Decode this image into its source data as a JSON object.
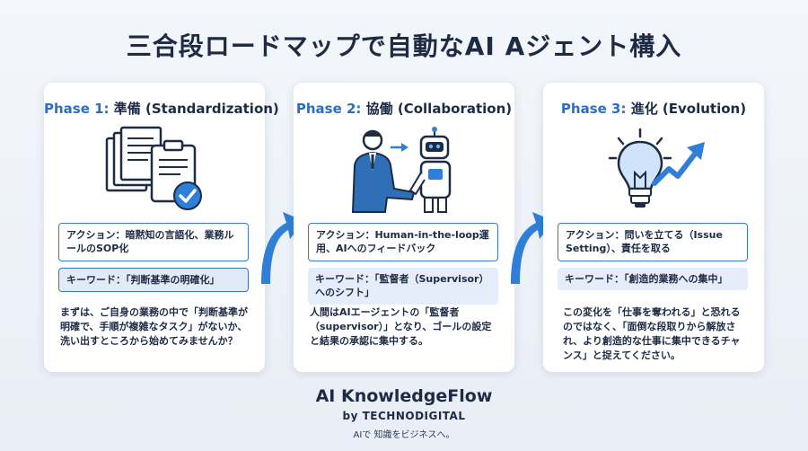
{
  "title": "三合段ロードマップで自動なAI Aジェント構入",
  "phases": [
    {
      "phase_label": "Phase 1:",
      "name": "準備 (Standardization)",
      "illustration_icon": "documents-clipboard-check-icon",
      "action": "アクション：暗黙知の言語化、業務ルールのSOP化",
      "keyword": "キーワード：「判断基準の明確化」",
      "description": "まずは、ご自身の業務の中で「判断基準が明確で、手順が複雑なタスク」がないか、洗い出すところから始めてみませんか？"
    },
    {
      "phase_label": "Phase 2:",
      "name": "協働 (Collaboration)",
      "illustration_icon": "human-robot-handshake-icon",
      "action": "アクション：Human-in-the-loop運用、AIへのフィードバック",
      "keyword": "キーワード：「監督者（Supervisor）へのシフト」",
      "description": "人間はAIエージェントの「監督者（supervisor）」となり、ゴールの設定と結果の承認に集中する。"
    },
    {
      "phase_label": "Phase 3:",
      "name": "進化 (Evolution)",
      "illustration_icon": "lightbulb-growth-arrow-icon",
      "action": "アクション：問いを立てる（Issue Setting）、責任を取る",
      "keyword": "キーワード：「創造的業務への集中」",
      "description": "この変化を「仕事を奪われる」と恐れるのではなく、「面倒な段取りから解放され、より創造的な仕事に集中できるチャンス」と捉えてください。"
    }
  ],
  "brand": {
    "name": "AI KnowledgeFlow",
    "by": "by TECHNODIGITAL",
    "tagline": "AIで 知識をビジネスへ。"
  },
  "colors": {
    "accent": "#2a6ec4",
    "title": "#1d2b45",
    "arrow": "#2f7fd8",
    "keyword_bg": "#e1ebf8"
  }
}
